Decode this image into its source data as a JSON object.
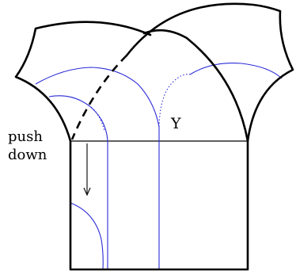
{
  "diagram": {
    "labels": {
      "push_line1": "push",
      "push_line2": "down",
      "region": "Y"
    },
    "colors": {
      "outline": "#000000",
      "curves": "#2b2bd8",
      "background": "#ffffff"
    }
  }
}
